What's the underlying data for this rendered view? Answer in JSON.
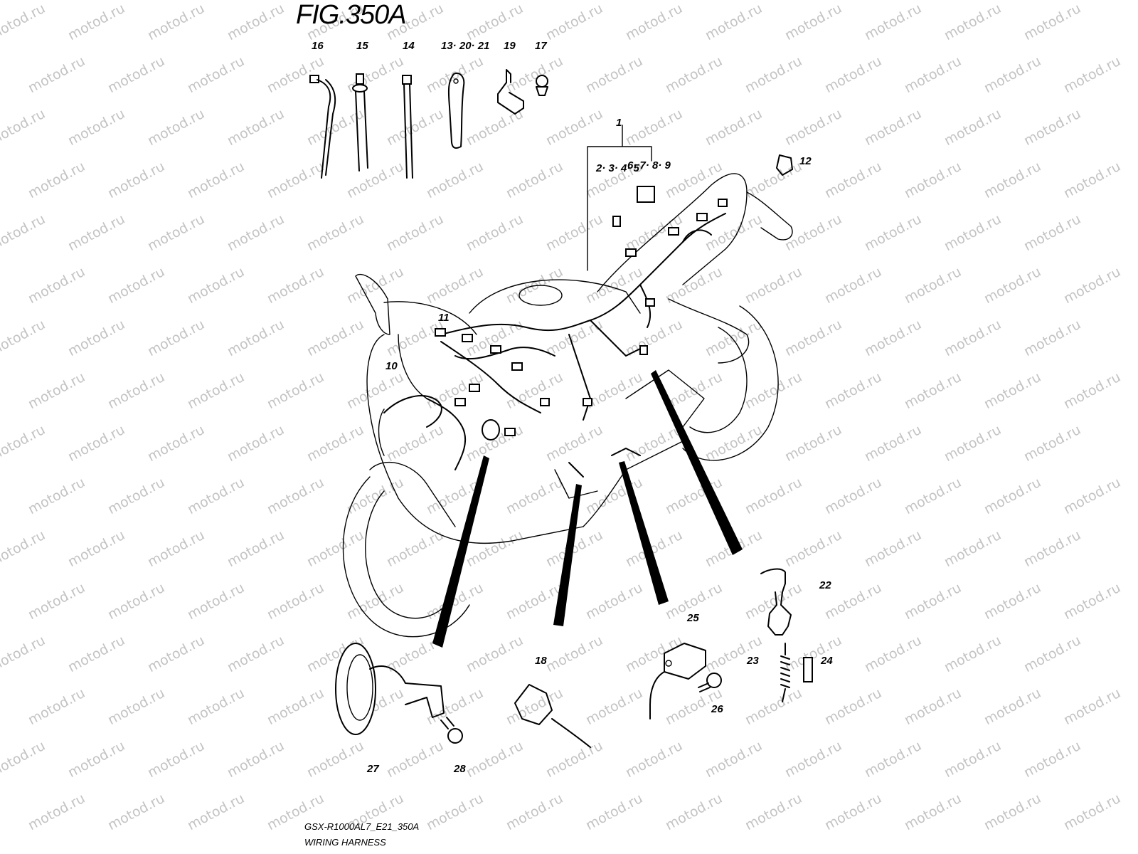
{
  "figure": {
    "title": "FIG.350A",
    "code": "GSX-R1000AL7_E21_350A",
    "name": "WIRING HARNESS"
  },
  "watermark": "motod.ru",
  "labels": {
    "p16": "16",
    "p15": "15",
    "p14": "14",
    "p13_20_21": "13· 20· 21",
    "p19": "19",
    "p17": "17",
    "p1": "1",
    "p6_7_8_9": "6· 7· 8· 9",
    "p2_3_4_5": "2· 3· 4· 5",
    "p12": "12",
    "p11": "11",
    "p10": "10",
    "p22": "22",
    "p25": "25",
    "p18": "18",
    "p23": "23",
    "p24": "24",
    "p26": "26",
    "p27": "27",
    "p28": "28"
  }
}
